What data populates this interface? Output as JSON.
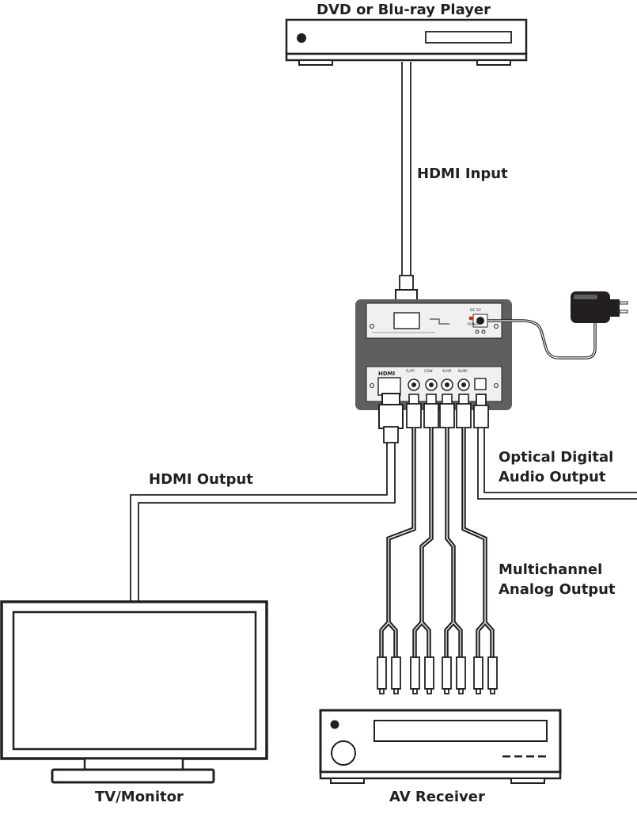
{
  "labels": {
    "dvd_player": "DVD or Blu-ray Player",
    "hdmi_input": "HDMI Input",
    "hdmi_output": "HDMI Output",
    "optical_line1": "Optical Digital",
    "optical_line2": "Audio Output",
    "multichannel_line1": "Multichannel",
    "multichannel_line2": "Analog Output",
    "tv_monitor": "TV/Monitor",
    "av_receiver": "AV Receiver"
  },
  "device_text": {
    "hdmi_logo": "HDMI",
    "dc_5v": "DC 5V",
    "power": "POWER",
    "port_labels": [
      "FL/FR",
      "C/SW",
      "SL/SR",
      "BL/BR"
    ]
  },
  "colors": {
    "line": "#231f20",
    "device_body": "#5f5f5f",
    "panel": "#f0f0f0"
  },
  "icons": [
    "dvd-player-icon",
    "hdmi-decoder-icon",
    "power-adapter-icon",
    "tv-monitor-icon",
    "av-receiver-icon"
  ]
}
